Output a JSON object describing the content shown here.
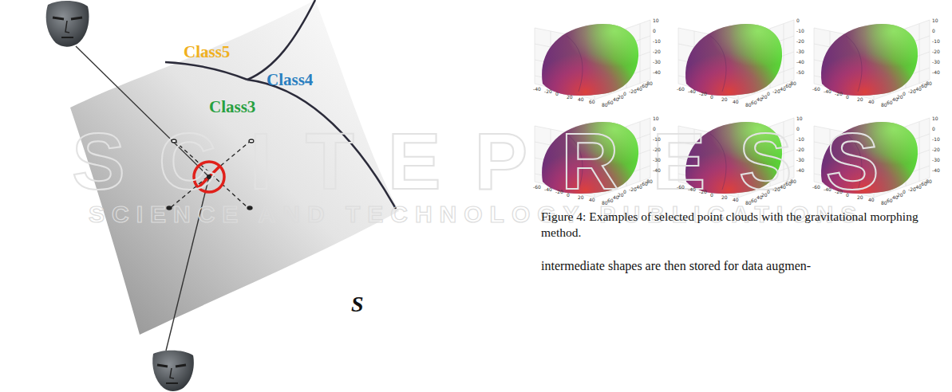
{
  "diagram": {
    "caption": "Figure 4: Examples of selected point clouds with the gravitational morphing method.",
    "labels": [
      "Class5",
      "Class4",
      "Class3",
      "S",
      "SCITEPRESS",
      "SCIENCE AND TECHNOLOGY PUBLICATIONS",
      "intermediate shapes are then stored for data augmen-",
      "10",
      "0",
      "-10",
      "-20",
      "-30",
      "-40",
      "-40",
      "-20",
      "0",
      "20",
      "40",
      "60",
      "80",
      "60",
      "40",
      "20",
      "0",
      "-20",
      "-40",
      "-60",
      "-80",
      "0",
      "-10",
      "-20",
      "-30",
      "-40",
      "-50",
      "-60",
      "-40",
      "-20",
      "0",
      "20",
      "40",
      "80",
      "60",
      "40",
      "20",
      "0",
      "-20",
      "-40",
      "-60",
      "-80",
      "10",
      "0",
      "-10",
      "-20",
      "-30",
      "-40",
      "-60",
      "-40",
      "-20",
      "0",
      "20",
      "40",
      "80",
      "60",
      "40",
      "20",
      "0",
      "-20",
      "-40",
      "-60",
      "-80",
      "10",
      "0",
      "-10",
      "-20",
      "-30",
      "-40",
      "-60",
      "-40",
      "-20",
      "0",
      "20",
      "40",
      "80",
      "60",
      "40",
      "20",
      "0",
      "-20",
      "-40",
      "-60",
      "-80",
      "10",
      "0",
      "-10",
      "-20",
      "-30",
      "-40",
      "-60",
      "-40",
      "-20",
      "0",
      "20",
      "40",
      "80",
      "60",
      "40",
      "20",
      "0",
      "-20",
      "-40",
      "-60",
      "-80",
      "10",
      "0",
      "-10",
      "-20",
      "-30",
      "-40",
      "-60",
      "-40",
      "-20",
      "0",
      "20",
      "40",
      "80",
      "60",
      "40",
      "20",
      "0",
      "-20",
      "-40",
      "-60",
      "-80"
    ]
  }
}
